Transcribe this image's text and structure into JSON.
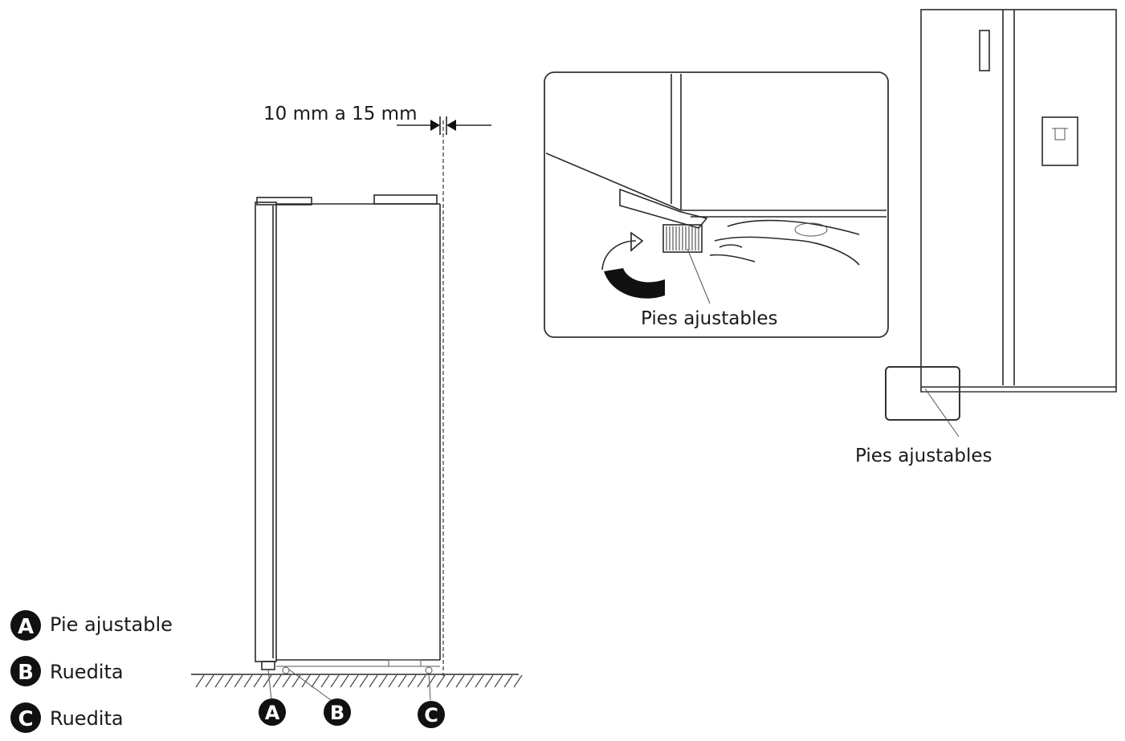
{
  "gap_label": "10 mm a 15 mm",
  "inset_label": "Pies ajustables",
  "side_by_side_label": "Pies ajustables",
  "legend": [
    {
      "letter": "A",
      "text": "Pie ajustable"
    },
    {
      "letter": "B",
      "text": "Ruedita"
    },
    {
      "letter": "C",
      "text": "Ruedita"
    }
  ],
  "callouts": [
    "A",
    "B",
    "C"
  ],
  "colors": {
    "line": "#2a2a2a",
    "badge": "#111111",
    "background": "#ffffff"
  }
}
